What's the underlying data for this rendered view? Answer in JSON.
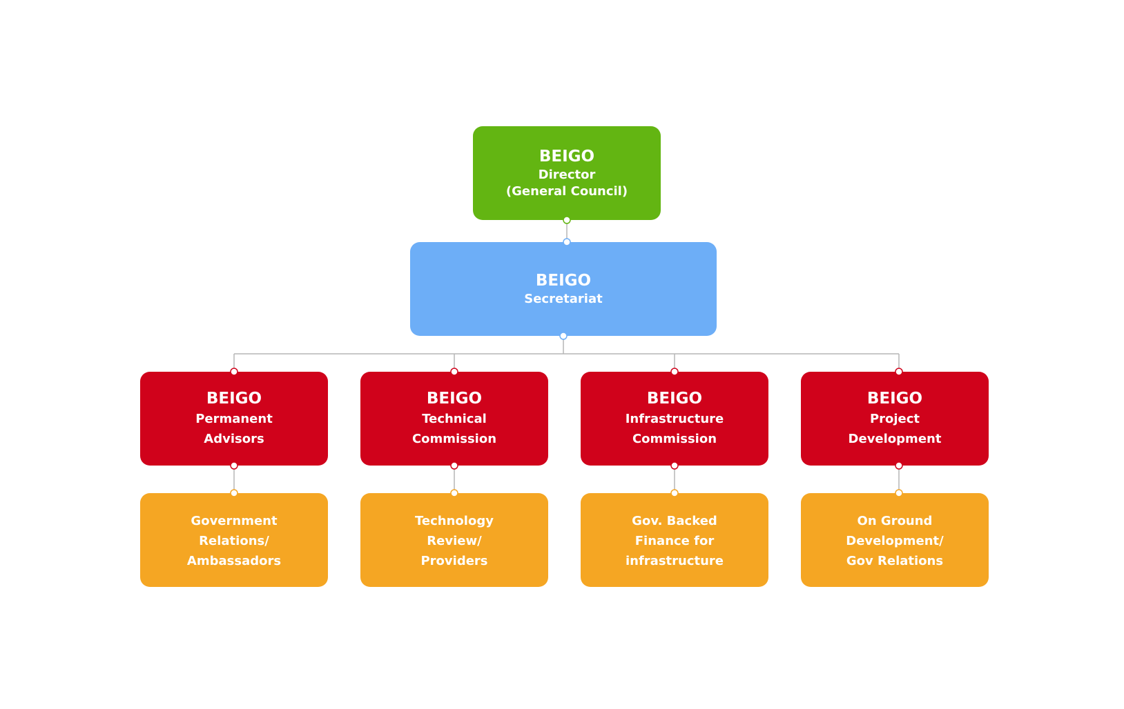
{
  "colors": {
    "director": "#63b512",
    "secretariat": "#6daef7",
    "commission": "#d0021b",
    "subunit": "#f5a623",
    "connector": "#b5b5b5",
    "port_white": "#ffffff"
  },
  "director": {
    "title": "BEIGO",
    "line1": "Director",
    "line2": "(General Council)"
  },
  "secretariat": {
    "title": "BEIGO",
    "line1": "Secretariat"
  },
  "commissions": [
    {
      "title": "BEIGO",
      "line1": "Permanent",
      "line2": "Advisors"
    },
    {
      "title": "BEIGO",
      "line1": "Technical",
      "line2": "Commission"
    },
    {
      "title": "BEIGO",
      "line1": "Infrastructure",
      "line2": "Commission"
    },
    {
      "title": "BEIGO",
      "line1": "Project",
      "line2": "Development"
    }
  ],
  "subunits": [
    {
      "line1": "Government",
      "line2": "Relations/",
      "line3": "Ambassadors"
    },
    {
      "line1": "Technology",
      "line2": "Review/",
      "line3": "Providers"
    },
    {
      "line1": "Gov. Backed",
      "line2": "Finance for",
      "line3": "infrastructure"
    },
    {
      "line1": "On Ground",
      "line2": "Development/",
      "line3": "Gov Relations"
    }
  ]
}
